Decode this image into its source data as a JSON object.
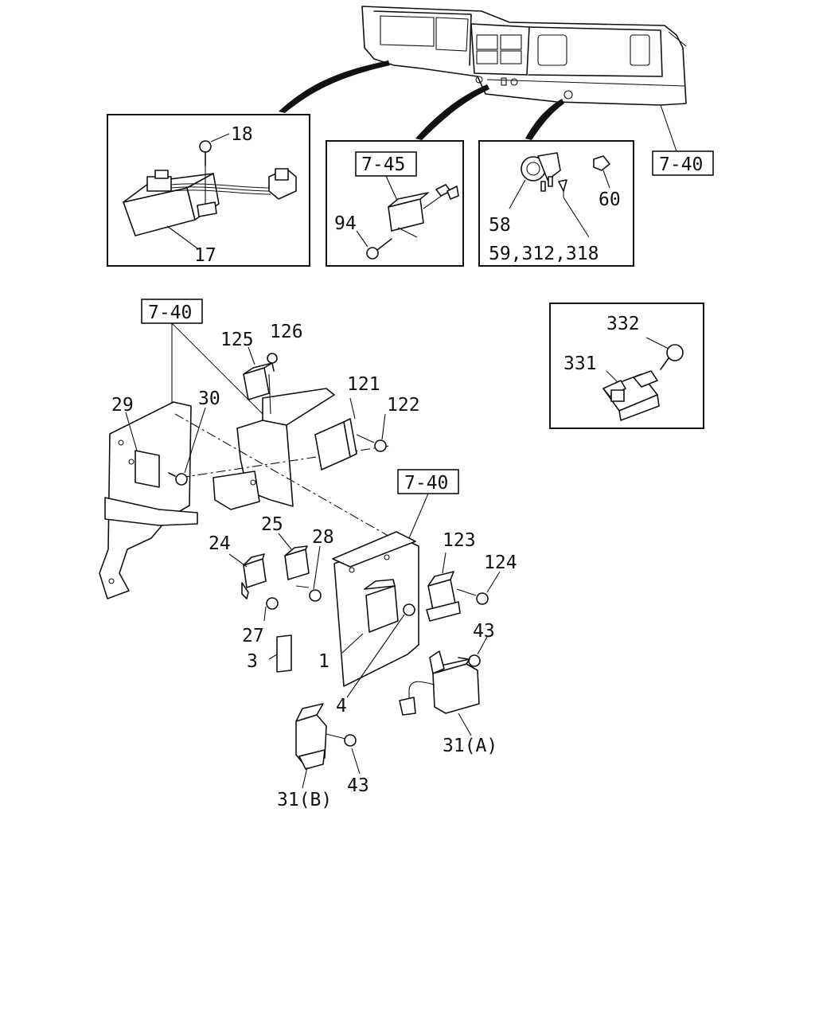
{
  "callouts": {
    "c18": "18",
    "c17": "17",
    "c94": "94",
    "c58": "58",
    "c60": "60",
    "c59_312_318": "59,312,318",
    "c125": "125",
    "c126": "126",
    "c121": "121",
    "c122": "122",
    "c29": "29",
    "c30": "30",
    "c123": "123",
    "c124": "124",
    "c24": "24",
    "c25": "25",
    "c28": "28",
    "c27": "27",
    "c3": "3",
    "c1": "1",
    "c4": "4",
    "c43a": "43",
    "c43b": "43",
    "c31a": "31(A)",
    "c31b": "31(B)",
    "c332": "332",
    "c331": "331"
  },
  "refs": {
    "r745": "7-45",
    "r740_top": "7-40",
    "r740_left": "7-40",
    "r740_mid": "7-40"
  }
}
